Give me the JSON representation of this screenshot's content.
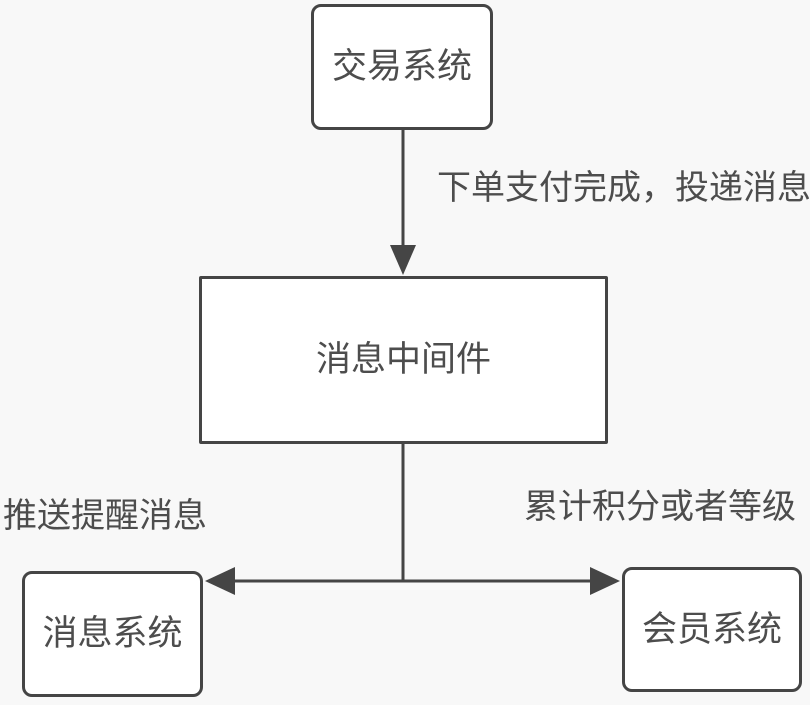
{
  "diagram": {
    "colors": {
      "background": "#f8f8f8",
      "stroke": "#454545",
      "text": "#4d4d4d",
      "node_fill": "#ffffff"
    },
    "nodes": [
      {
        "id": "trade-system",
        "label": "交易系统"
      },
      {
        "id": "message-middleware",
        "label": "消息中间件"
      },
      {
        "id": "message-system",
        "label": "消息系统"
      },
      {
        "id": "member-system",
        "label": "会员系统"
      }
    ],
    "edges": [
      {
        "from": "trade-system",
        "to": "message-middleware",
        "label": "下单支付完成，投递消息"
      },
      {
        "from": "message-middleware",
        "to": "message-system",
        "label": "推送提醒消息"
      },
      {
        "from": "message-middleware",
        "to": "member-system",
        "label": "累计积分或者等级"
      }
    ]
  }
}
